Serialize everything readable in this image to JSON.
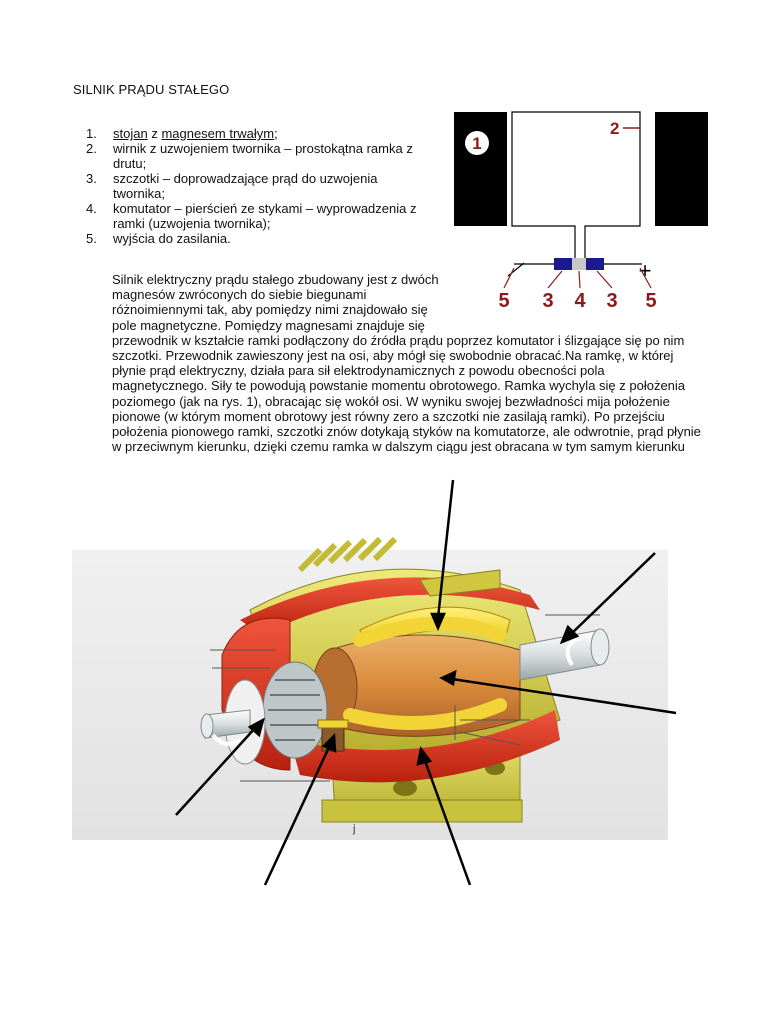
{
  "title": "SILNIK PRĄDU STAŁEGO",
  "parts_list": [
    {
      "num": "1.",
      "pre": "",
      "u1": "stojan",
      "mid": " z ",
      "u2": "magnesem trwałym",
      "post": ";"
    },
    {
      "num": "2.",
      "pre": "wirnik z uzwojeniem twornika – prostokątna ramka z drutu;",
      "u1": "",
      "mid": "",
      "u2": "",
      "post": ""
    },
    {
      "num": "3.",
      "pre": "szczotki – doprowadzające prąd do uzwojenia twornika;",
      "u1": "",
      "mid": "",
      "u2": "",
      "post": ""
    },
    {
      "num": "4.",
      "pre": "komutator – pierścień ze stykami – wyprowadzenia z ramki (uzwojenia twornika);",
      "u1": "",
      "mid": "",
      "u2": "",
      "post": ""
    },
    {
      "num": "5.",
      "pre": "wyjścia do zasilania.",
      "u1": "",
      "mid": "",
      "u2": "",
      "post": ""
    }
  ],
  "description": "Silnik elektryczny prądu stałego zbudowany jest z dwóch magnesów zwróconych do siebie biegunami różnoimiennymi tak, aby pomiędzy nimi znajdowało się pole magnetyczne. Pomiędzy magnesami znajduje się przewodnik w kształcie ramki podłączony do źródła prądu poprzez komutator i ślizgające się po nim szczotki. Przewodnik zawieszony jest na osi, aby mógł się swobodnie obracać.Na ramkę, w której płynie prąd elektryczny, działa para sił elektrodynamicznych z powodu obecności pola magnetycznego. Siły te powodują powstanie momentu obrotowego. Ramka wychyla się z położenia poziomego (jak na rys. 1), obracając się wokół osi. W wyniku swojej bezwładności mija położenie pionowe (w którym moment obrotowy jest równy zero a szczotki nie zasilają ramki). Po przejściu położenia pionowego ramki, szczotki znów dotykają styków na komutatorze, ale odwrotnie, prąd płynie w przeciwnym kierunku, dzięki czemu ramka w dalszym ciągu jest obracana w tym samym kierunku",
  "diagram": {
    "label_magnet": "1",
    "label_frame": "2",
    "label_plus": "+",
    "bottom_labels": [
      "5",
      "3",
      "4",
      "3",
      "5"
    ],
    "colors": {
      "magnet": "#000000",
      "label_red": "#8b1a1a",
      "brush": "#1a1a8c",
      "commutator": "#c8c8c8"
    }
  },
  "illustration": {
    "small_label": "j",
    "colors": {
      "copper": "#d98a3a",
      "coil": "#f2d437",
      "housing_red": "#e0321f",
      "base": "#d8d24a"
    }
  }
}
